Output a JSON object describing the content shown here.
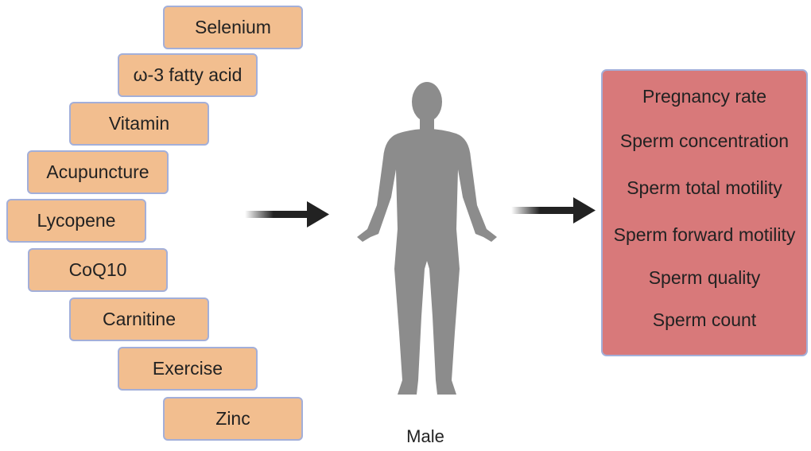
{
  "interventions": [
    "Selenium",
    "ω-3 fatty acid",
    "Vitamin",
    "Acupuncture",
    "Lycopene",
    "CoQ10",
    "Carnitine",
    "Exercise",
    "Zinc"
  ],
  "subject_label": "Male",
  "outcomes": [
    "Pregnancy rate",
    "Sperm concentration",
    "Sperm total motility",
    "Sperm forward motility",
    "Sperm quality",
    "Sperm count"
  ],
  "colors": {
    "intervention_fill": "#f2be8f",
    "outcome_fill": "#d8797a",
    "border": "#a3afd9",
    "silhouette": "#8c8c8c"
  }
}
